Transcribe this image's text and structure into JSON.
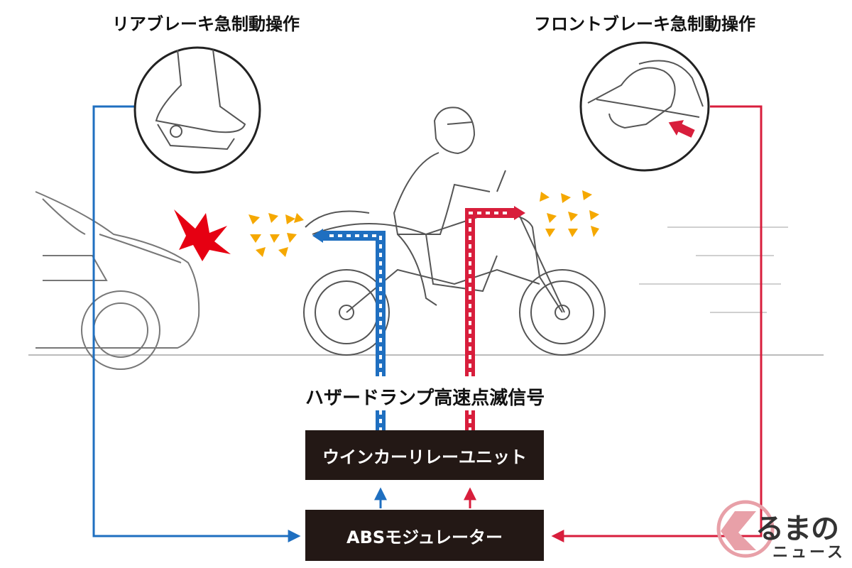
{
  "labels": {
    "rear_brake": "リアブレーキ急制動操作",
    "front_brake": "フロントブレーキ急制動操作",
    "hazard_signal": "ハザードランプ高速点滅信号"
  },
  "boxes": {
    "relay_unit": "ウインカーリレーユニット",
    "abs_modulator": "ABSモジュレーター"
  },
  "logo": {
    "main": "るまの",
    "sub": "ニュース"
  },
  "colors": {
    "rear_line": "#1f6fc0",
    "front_line": "#d81e3c",
    "box_fill": "#231815",
    "flash": "#f5a800",
    "impact": "#e60012"
  }
}
